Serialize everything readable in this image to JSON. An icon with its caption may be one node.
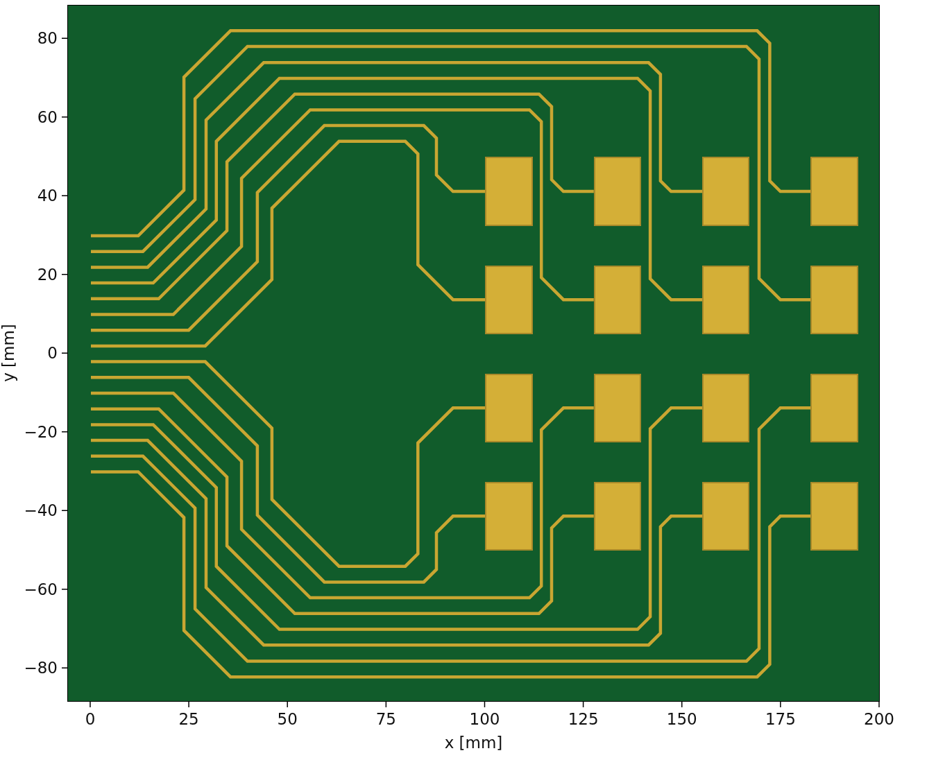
{
  "diagram": {
    "nodes": [
      {
        "text": [],
        "shape": "box"
      },
      {
        "text": [],
        "shape": "box"
      },
      {
        "text": [],
        "shape": "box"
      },
      {
        "text": [],
        "shape": "box"
      },
      {
        "text": [],
        "shape": "box"
      },
      {
        "text": [],
        "shape": "box"
      },
      {
        "text": [],
        "shape": "box"
      },
      {
        "text": [],
        "shape": "box"
      },
      {
        "text": [],
        "shape": "box"
      },
      {
        "text": [],
        "shape": "box"
      },
      {
        "text": [],
        "shape": "box"
      },
      {
        "text": [],
        "shape": "box"
      },
      {
        "text": [],
        "shape": "box"
      },
      {
        "text": [],
        "shape": "box"
      },
      {
        "text": [],
        "shape": "box"
      },
      {
        "text": [],
        "shape": "box"
      }
    ],
    "edges": [
      {
        "from": null,
        "to": 3,
        "arrow": "none"
      },
      {
        "from": null,
        "to": 7,
        "arrow": "none"
      },
      {
        "from": null,
        "to": 2,
        "arrow": "none"
      },
      {
        "from": null,
        "to": 6,
        "arrow": "none"
      },
      {
        "from": null,
        "to": 1,
        "arrow": "none"
      },
      {
        "from": null,
        "to": 5,
        "arrow": "none"
      },
      {
        "from": null,
        "to": 0,
        "arrow": "none"
      },
      {
        "from": null,
        "to": 4,
        "arrow": "none"
      },
      {
        "from": null,
        "to": 8,
        "arrow": "none"
      },
      {
        "from": null,
        "to": 12,
        "arrow": "none"
      },
      {
        "from": null,
        "to": 9,
        "arrow": "none"
      },
      {
        "from": null,
        "to": 13,
        "arrow": "none"
      },
      {
        "from": null,
        "to": 10,
        "arrow": "none"
      },
      {
        "from": null,
        "to": 14,
        "arrow": "none"
      },
      {
        "from": null,
        "to": 11,
        "arrow": "none"
      },
      {
        "from": null,
        "to": 15,
        "arrow": "none"
      }
    ],
    "labels": [
      "80",
      "60",
      "40",
      "20",
      "0",
      "−20",
      "−40",
      "−60",
      "−80",
      "0",
      "25",
      "50",
      "75",
      "100",
      "125",
      "150",
      "175",
      "200",
      "x [mm]",
      "y [mm]"
    ]
  }
}
